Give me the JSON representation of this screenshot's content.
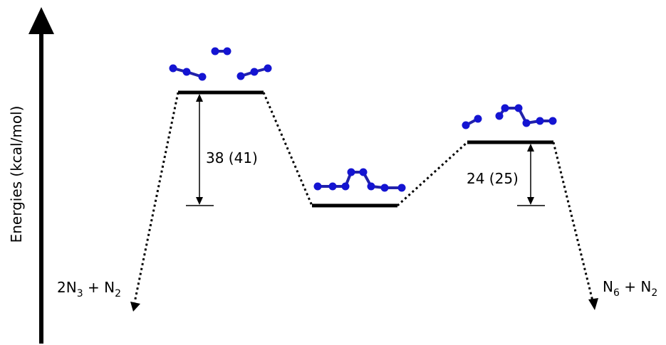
{
  "axis": {
    "label": "Energies (kcal/mol)"
  },
  "barriers": {
    "first": "38 (41)",
    "second": "24 (25)"
  },
  "products": {
    "left": {
      "coef": "2",
      "a": "N",
      "a_sub": "3",
      "plus": " + ",
      "b": "N",
      "b_sub": "2"
    },
    "right": {
      "a": "N",
      "a_sub": "6",
      "plus": " + ",
      "b": "N",
      "b_sub": "2"
    }
  },
  "colors": {
    "atom": "#1414d2",
    "bond": "#2222aa",
    "line": "#000000"
  }
}
